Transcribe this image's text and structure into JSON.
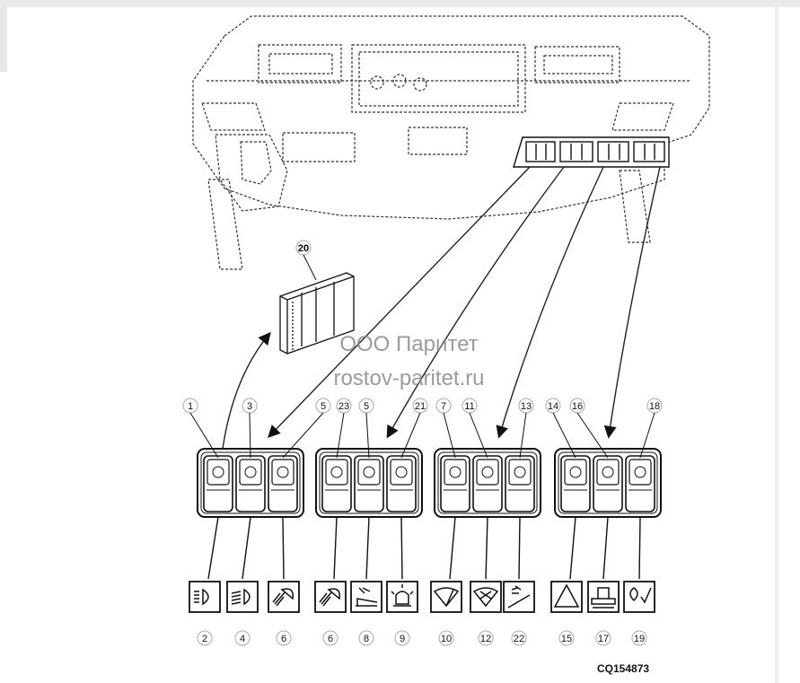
{
  "watermark": {
    "line1": "ООО Паритет",
    "line2": "rostov-paritet.ru"
  },
  "figure_code": "CQ154873",
  "top_callouts": [
    "1",
    "3",
    "5",
    "23",
    "5",
    "21",
    "7",
    "11",
    "13",
    "14",
    "16",
    "18"
  ],
  "bottom_callouts": [
    "2",
    "4",
    "6",
    "6",
    "8",
    "9",
    "10",
    "12",
    "22",
    "15",
    "17",
    "19"
  ],
  "module_callout": "20",
  "symbols": [
    "headlamp-icon",
    "low-beam-icon",
    "work-lamp-icon",
    "work-lamp-icon",
    "implement-lamp-icon",
    "beacon-icon",
    "front-wiper-icon",
    "rear-wiper-icon",
    "washer-icon",
    "hazard-triangle-icon",
    "tractor-icon",
    "bulb-check-icon"
  ]
}
